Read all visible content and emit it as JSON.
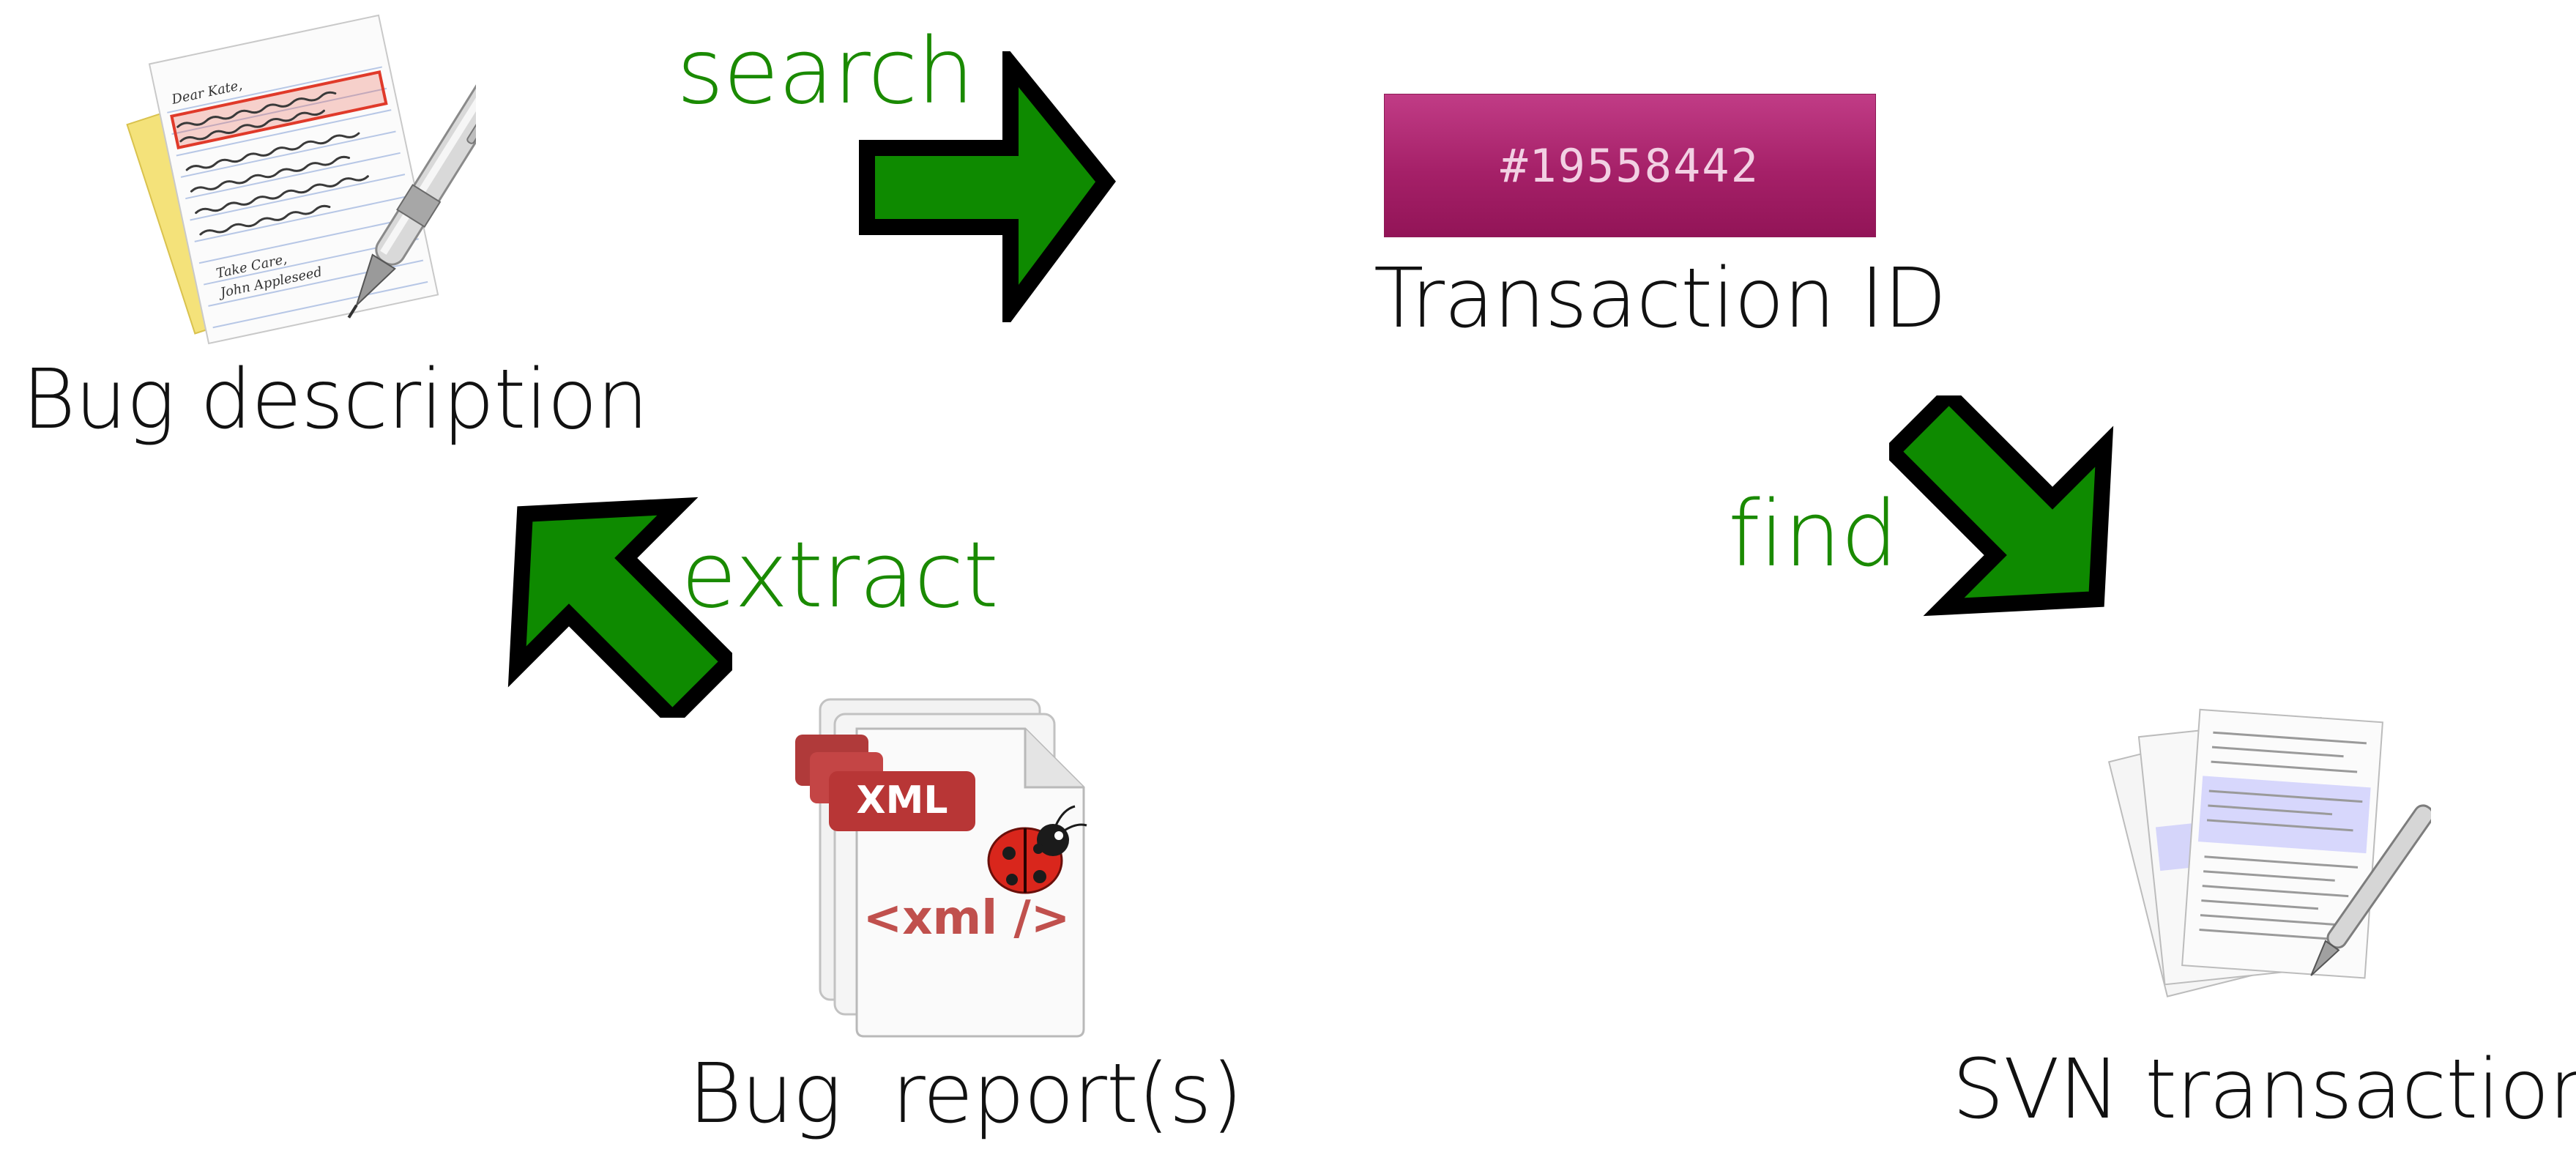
{
  "nodes": {
    "bug_description": {
      "label": "Bug description",
      "icon": "textedit-document-icon"
    },
    "transaction_id": {
      "label": "Transaction ID",
      "value": "#19558442"
    },
    "svn_transactions": {
      "label": "SVN transactions",
      "icon": "stacked-documents-icon"
    },
    "bug_reports": {
      "label": "Bug  report(s)",
      "icon": "xml-bug-file-icon",
      "badge": "XML",
      "tag": "<xml />"
    }
  },
  "edges": {
    "search": {
      "label": "search",
      "direction": "right"
    },
    "find": {
      "label": "find",
      "direction": "down-right"
    },
    "extract": {
      "label": "extract",
      "direction": "up-left"
    }
  },
  "letter": {
    "greeting": "Dear Kate,",
    "signoff": "Take Care,",
    "signature": "John Appleseed"
  },
  "colors": {
    "arrow_fill": "#0e8a00",
    "arrow_stroke": "#000000",
    "edge_label": "#1a8a00",
    "transaction_box": "#a52068"
  }
}
